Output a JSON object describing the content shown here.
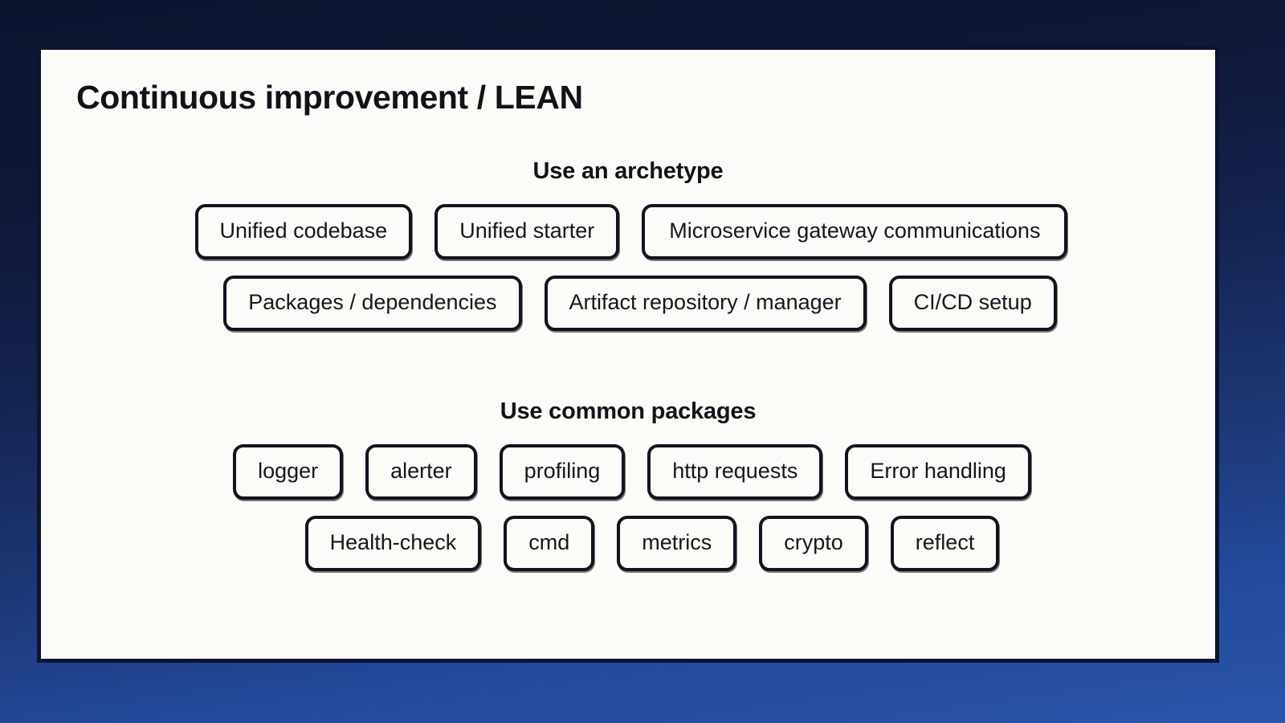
{
  "slide": {
    "title": "Continuous improvement / LEAN",
    "background_top_color": "#0d1430",
    "background_bottom_color": "#2a55a8",
    "card_background_color": "#fbfbf8",
    "border_color": "#11141f"
  },
  "sections": [
    {
      "heading": "Use an archetype",
      "rows": [
        [
          "Unified codebase",
          "Unified starter",
          "Microservice gateway communications"
        ],
        [
          "Packages / dependencies",
          "Artifact repository / manager",
          "CI/CD setup"
        ]
      ]
    },
    {
      "heading": "Use common packages",
      "rows": [
        [
          "logger",
          "alerter",
          "profiling",
          "http requests",
          "Error handling"
        ],
        [
          "Health-check",
          "cmd",
          "metrics",
          "crypto",
          "reflect"
        ]
      ]
    }
  ],
  "archetype": {
    "heading": "Use an archetype",
    "row1": {
      "c1": "Unified codebase",
      "c2": "Unified starter",
      "c3": "Microservice gateway communications"
    },
    "row2": {
      "c1": "Packages / dependencies",
      "c2": "Artifact repository / manager",
      "c3": "CI/CD setup"
    }
  },
  "packages": {
    "heading": "Use common packages",
    "row1": {
      "c1": "logger",
      "c2": "alerter",
      "c3": "profiling",
      "c4": "http requests",
      "c5": "Error handling"
    },
    "row2": {
      "c1": "Health-check",
      "c2": "cmd",
      "c3": "metrics",
      "c4": "crypto",
      "c5": "reflect"
    }
  }
}
